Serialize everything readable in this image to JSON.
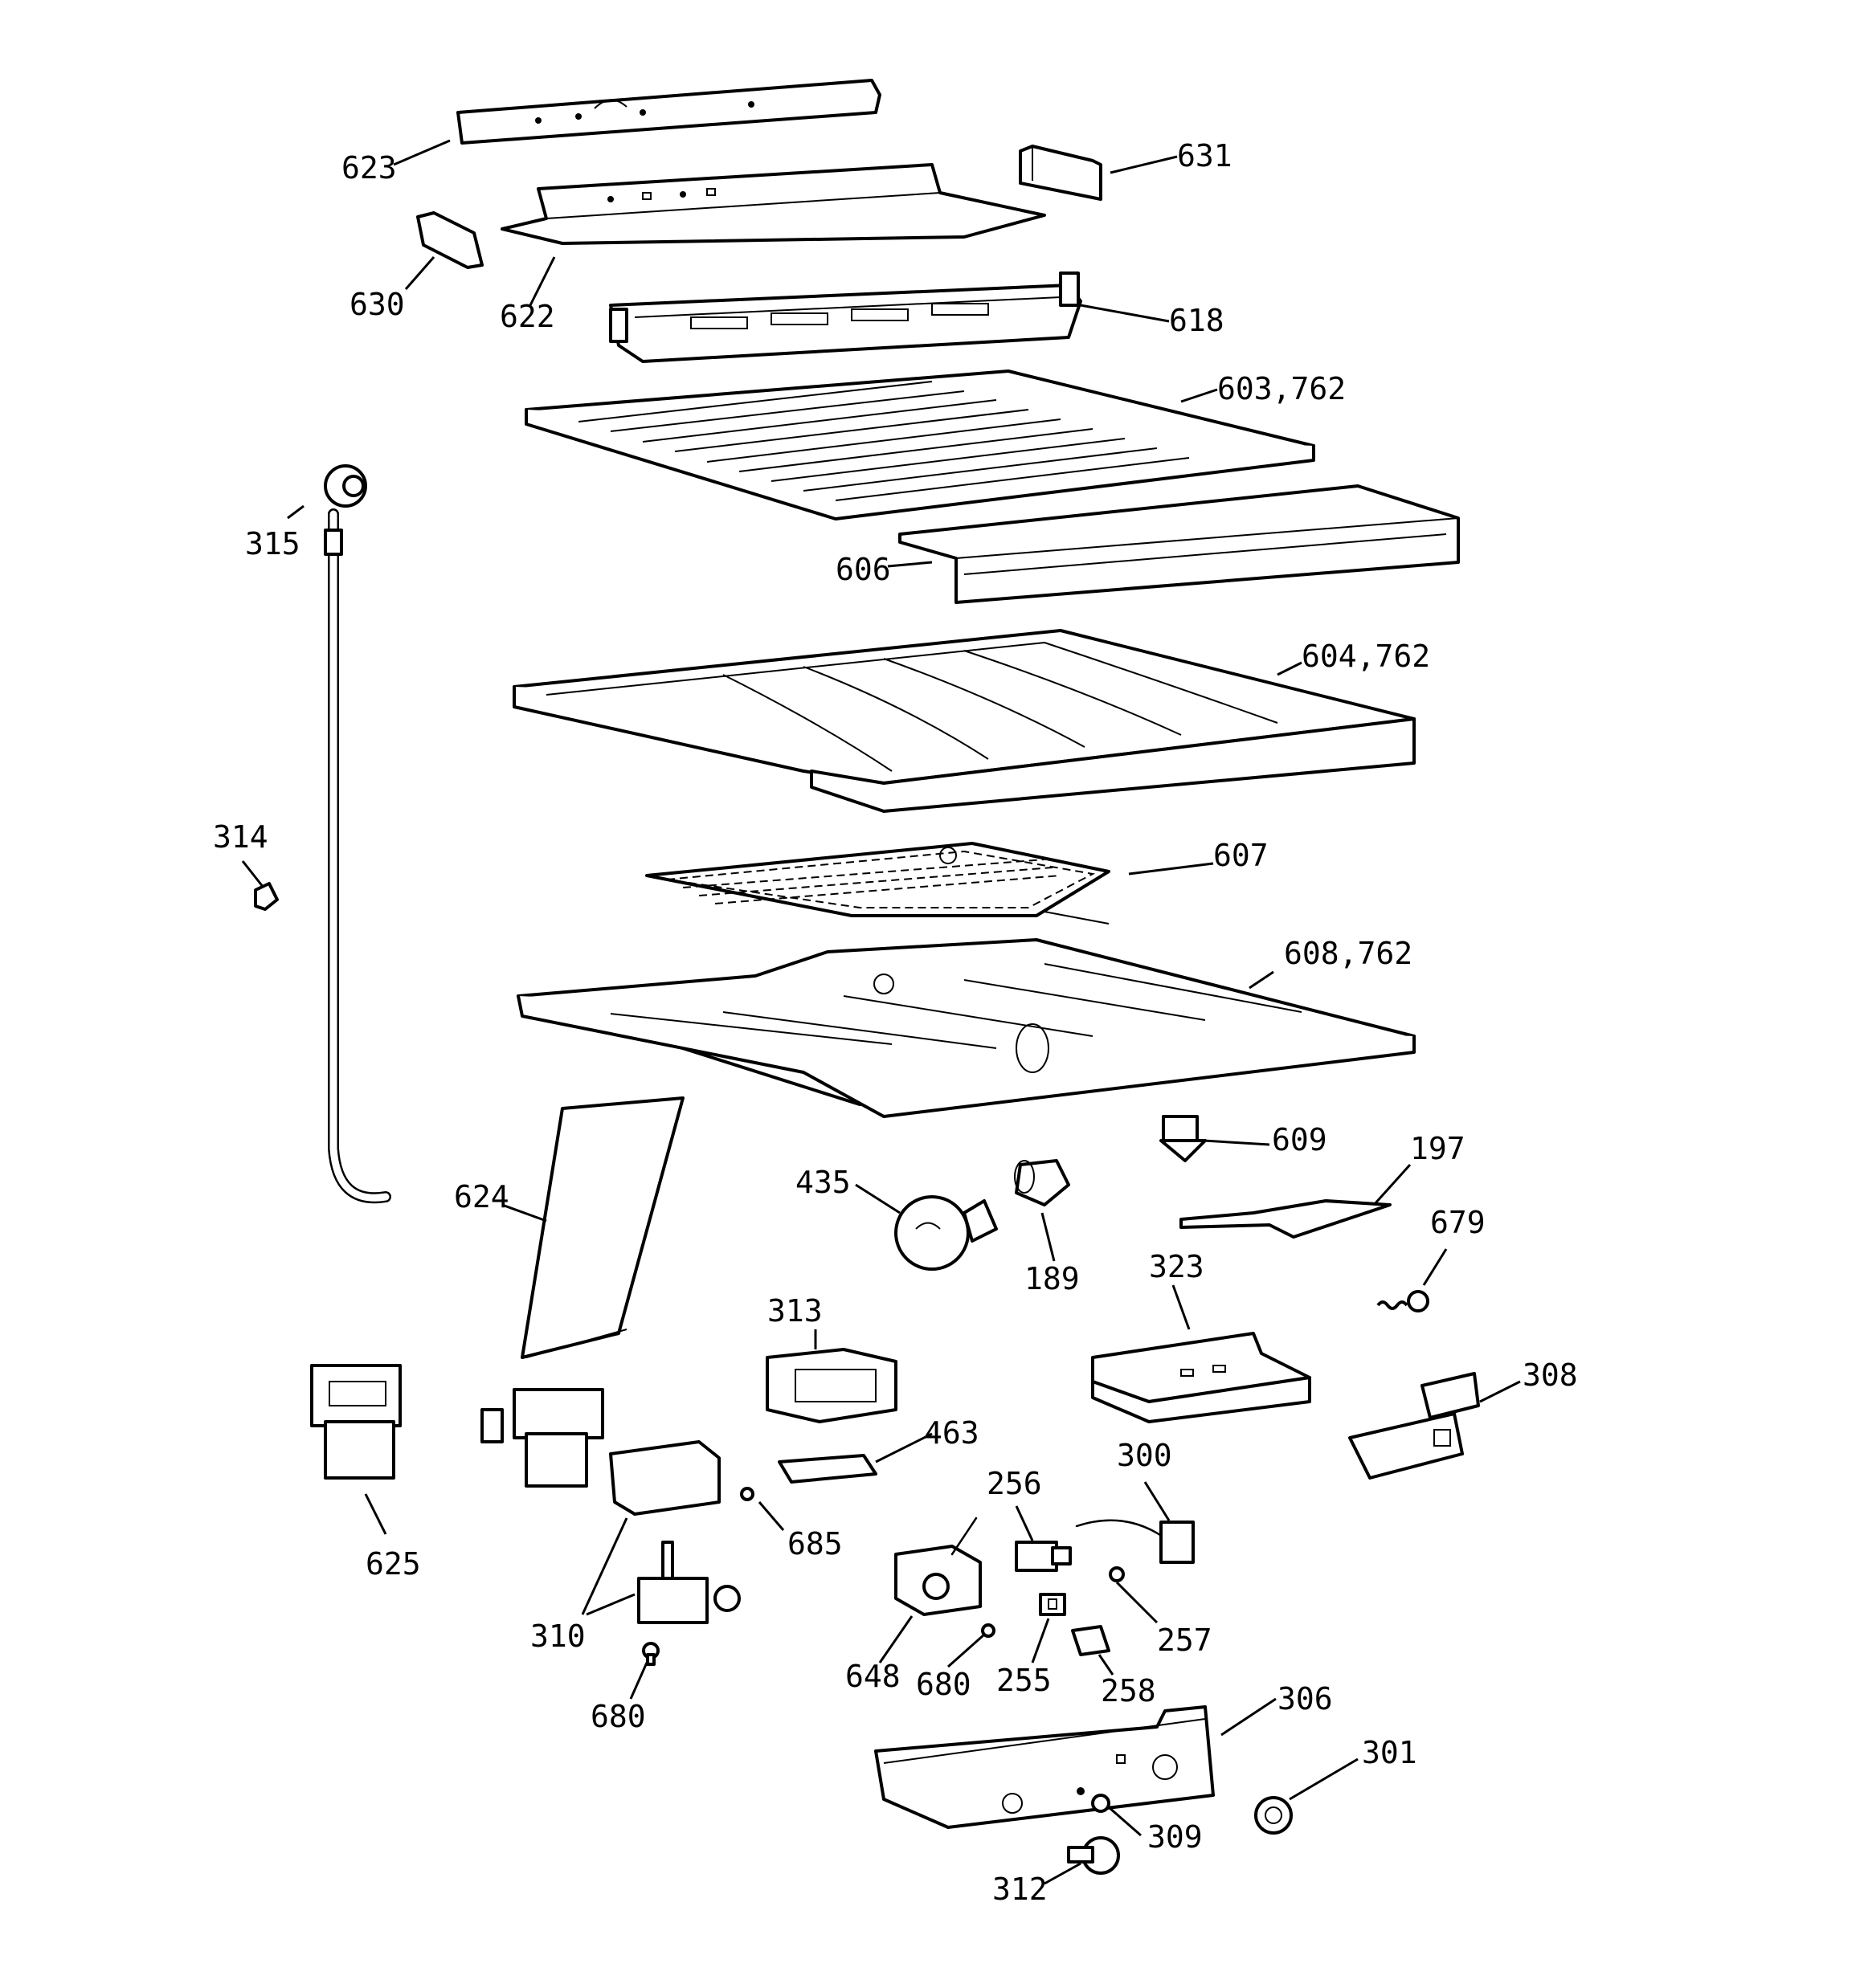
{
  "diagram": {
    "callouts": {
      "c623": "623",
      "c631": "631",
      "c630": "630",
      "c622": "622",
      "c618": "618",
      "c603": "603,762",
      "c315": "315",
      "c606": "606",
      "c604": "604,762",
      "c314": "314",
      "c607": "607",
      "c608": "608,762",
      "c609": "609",
      "c197": "197",
      "c624": "624",
      "c435": "435",
      "c189": "189",
      "c679": "679",
      "c323": "323",
      "c313": "313",
      "c308": "308",
      "c463": "463",
      "c300": "300",
      "c256": "256",
      "c625": "625",
      "c685": "685",
      "c310": "310",
      "c257": "257",
      "c648": "648",
      "c680a": "680",
      "c255": "255",
      "c258": "258",
      "c680b": "680",
      "c306": "306",
      "c301": "301",
      "c309": "309",
      "c312": "312"
    }
  }
}
